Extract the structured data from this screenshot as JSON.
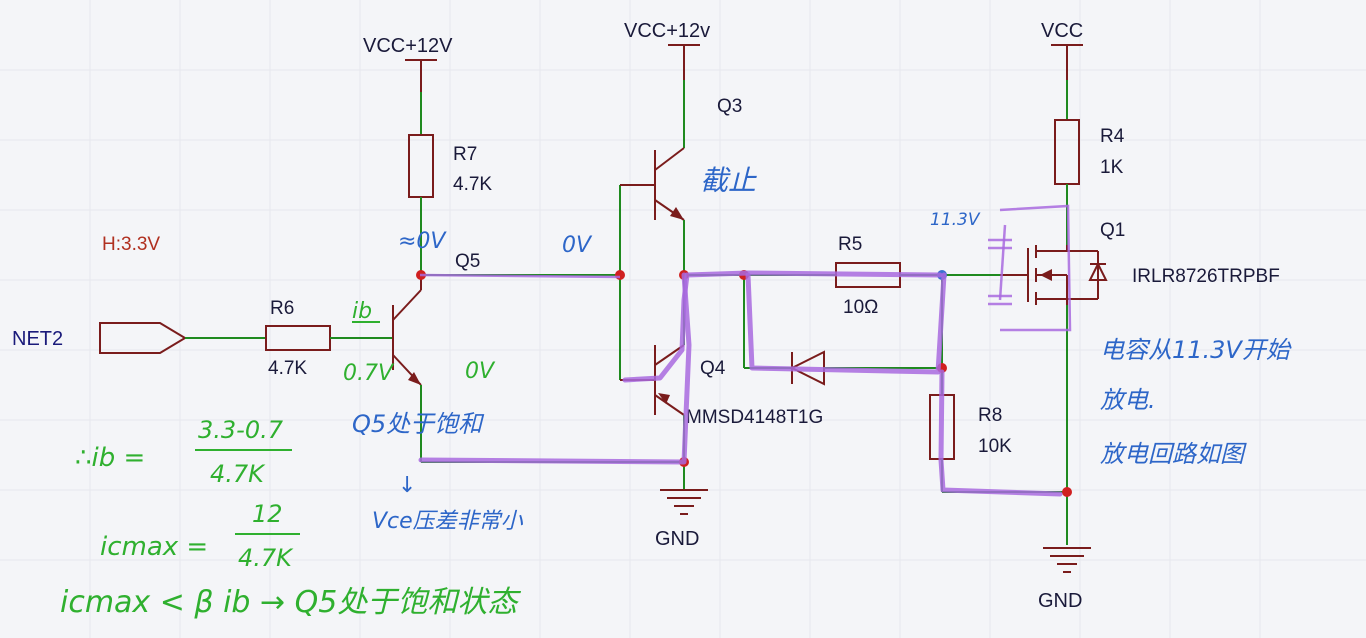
{
  "labels": {
    "vcc12_left": "VCC+12V",
    "vcc12_mid": "VCC+12v",
    "vcc_right": "VCC",
    "gnd_mid": "GND",
    "gnd_right": "GND",
    "r7_name": "R7",
    "r7_val": "4.7K",
    "r6_name": "R6",
    "r6_val": "4.7K",
    "r5_name": "R5",
    "r5_val": "10Ω",
    "r4_name": "R4",
    "r4_val": "1K",
    "r8_name": "R8",
    "r8_val": "10K",
    "q5": "Q5",
    "q3": "Q3",
    "q4": "Q4",
    "q1": "Q1",
    "q1_part": "IRLR8726TRPBF",
    "diode_part": "MMSD4148T1G",
    "net2": "NET2",
    "high_level": "H:3.3V"
  },
  "annotations": {
    "q5_collector_v": "≈0V",
    "node_0v": "0V",
    "q3_cutoff": "截止",
    "ib": "ib",
    "vbe": "0.7V",
    "emitter_0v": "0V",
    "q5_sat": "Q5处于饱和",
    "arrow_down": "↓",
    "vce_small": "Vce压差非常小",
    "cap_voltage": "11.3V",
    "discharge_1": "电容从11.3V开始",
    "discharge_2": "放电.",
    "discharge_3": "放电回路如图"
  },
  "formulas": {
    "ib_lhs": "∴ib =",
    "ib_num": "3.3-0.7",
    "ib_den": "4.7K",
    "icmax_lhs": "icmax =",
    "icmax_num": "12",
    "icmax_den": "4.7K",
    "conclusion": "icmax < β ib → Q5处于饱和状态"
  },
  "colors": {
    "wire": "#1f8a1f",
    "component": "#7a1c1c",
    "junction": "#d02020",
    "highlight": "#a86adf",
    "note_blue": "#2d66c8",
    "note_green": "#2fb02f"
  }
}
